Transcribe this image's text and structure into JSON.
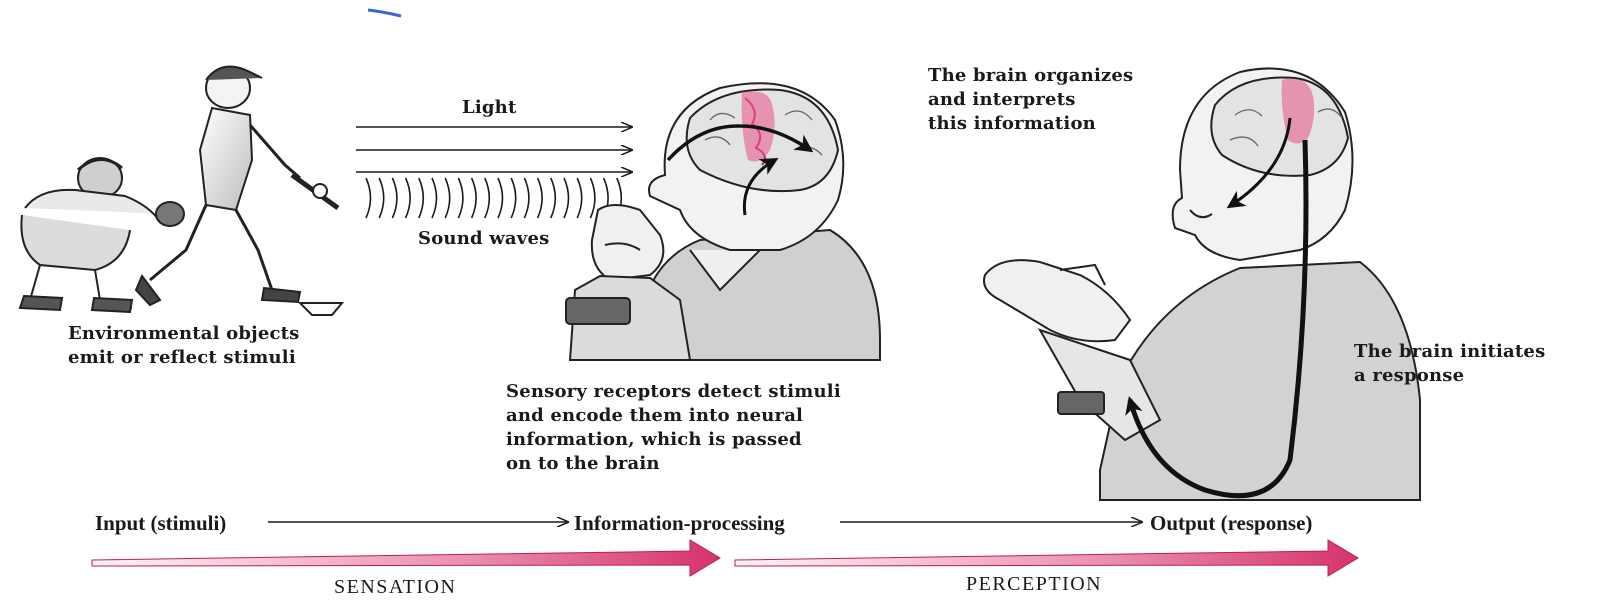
{
  "labels": {
    "environment": "Environmental objects\nemit or reflect stimuli",
    "light": "Light",
    "sound": "Sound waves",
    "receptors": "Sensory receptors detect stimuli\nand encode them into neural\ninformation, which is passed\non to the brain",
    "organizes": "The brain organizes\nand interprets\nthis information",
    "response": "The brain initiates\na response"
  },
  "flow": {
    "input": "Input (stimuli)",
    "processing": "Information-processing",
    "output": "Output (response)"
  },
  "bands": {
    "sensation": "SENSATION",
    "perception": "PERCEPTION"
  },
  "colors": {
    "band_arrow": "#d6336c",
    "brain_highlight": "#e85d8f",
    "ink": "#1a1a1a"
  },
  "illustrations": [
    "baseball-batter-and-catcher",
    "thinking-man-head-with-brain",
    "clapping-man-head-with-brain"
  ]
}
